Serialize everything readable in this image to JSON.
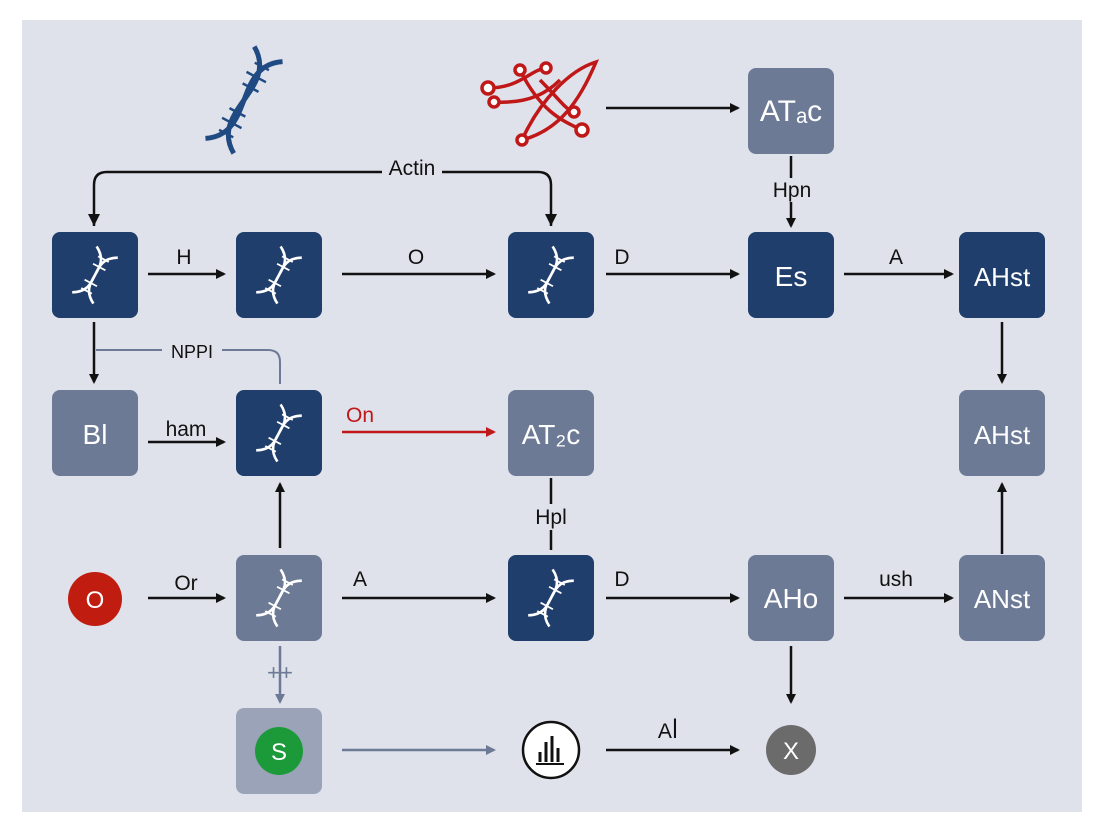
{
  "colors": {
    "background": "#dfe2ea",
    "node_dark": "#1f3e6b",
    "node_gray": "#6c7a96",
    "arrow": "#111111",
    "arrow_red": "#c01818",
    "arrow_gray": "#6c7a96",
    "red_node": "#c01c10",
    "green_node": "#1c9a3a",
    "gray_circle": "#6b6b6b",
    "dna_icon_top": "#1f4b82",
    "network_icon": "#c01818"
  },
  "nodes": {
    "at_ac": "ATₐc",
    "es": "Es",
    "ah_st_top": "AHst",
    "bl": "Bl",
    "at_zc": "AT₂c",
    "ah_st_mid": "AHst",
    "o_circle": "O",
    "aho": "AHo",
    "an_st": "ANst",
    "s_circle": "S",
    "x_circle": "X"
  },
  "edges": {
    "actin": "Actin",
    "hpn": "Hpn",
    "h": "H",
    "o": "O",
    "d_top": "D",
    "a_top": "A",
    "nppi": "NPPI",
    "ham": "ham",
    "on": "On",
    "hpl": "Hpl",
    "or": "Or",
    "a_bottom": "A",
    "d_bottom": "D",
    "ush": "ush",
    "plusplus": "++",
    "a_bottom2": "Aꟾ"
  },
  "icons": [
    "dna-icon",
    "network-icon",
    "bar-chart-icon"
  ]
}
